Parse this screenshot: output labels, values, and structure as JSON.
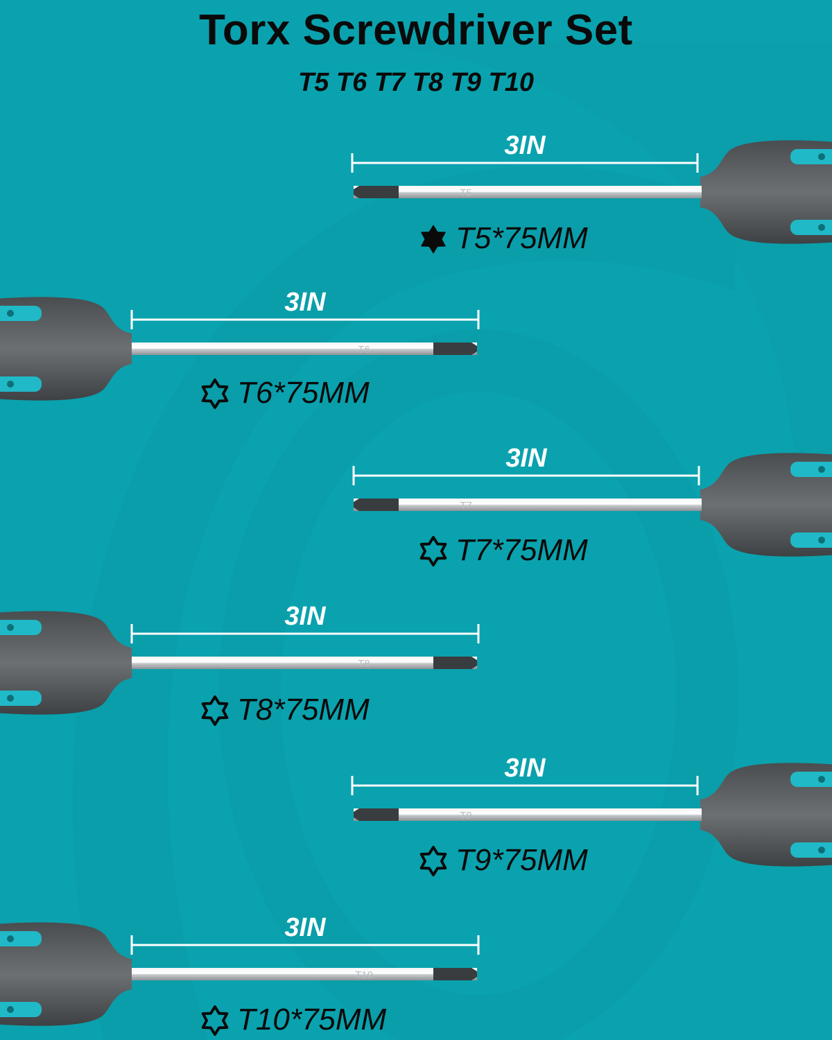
{
  "header": {
    "title": "Torx Screwdriver Set",
    "subtitle": "T5 T6 T7 T8 T9 T10"
  },
  "screwdrivers": [
    {
      "id": "t5",
      "length_label": "3IN",
      "size_label": "T5*75MM",
      "shaft_mark": "T5",
      "icon": "torx-solid-star-icon"
    },
    {
      "id": "t6",
      "length_label": "3IN",
      "size_label": "T6*75MM",
      "shaft_mark": "T6",
      "icon": "torx-outline-star-icon"
    },
    {
      "id": "t7",
      "length_label": "3IN",
      "size_label": "T7*75MM",
      "shaft_mark": "T7",
      "icon": "torx-outline-star-icon"
    },
    {
      "id": "t8",
      "length_label": "3IN",
      "size_label": "T8*75MM",
      "shaft_mark": "T8",
      "icon": "torx-outline-star-icon"
    },
    {
      "id": "t9",
      "length_label": "3IN",
      "size_label": "T9*75MM",
      "shaft_mark": "T9",
      "icon": "torx-outline-star-icon"
    },
    {
      "id": "t10",
      "length_label": "3IN",
      "size_label": "T10*75MM",
      "shaft_mark": "T10",
      "icon": "torx-outline-star-icon"
    }
  ],
  "colors": {
    "background": "#0aa2ae",
    "handle_grey": "#5e6163",
    "handle_accent": "#20b9c8",
    "shaft": "#d9dcdd",
    "tip": "#3a3d3f",
    "measure_line": "#ffffff",
    "text": "#0a0a0a"
  }
}
